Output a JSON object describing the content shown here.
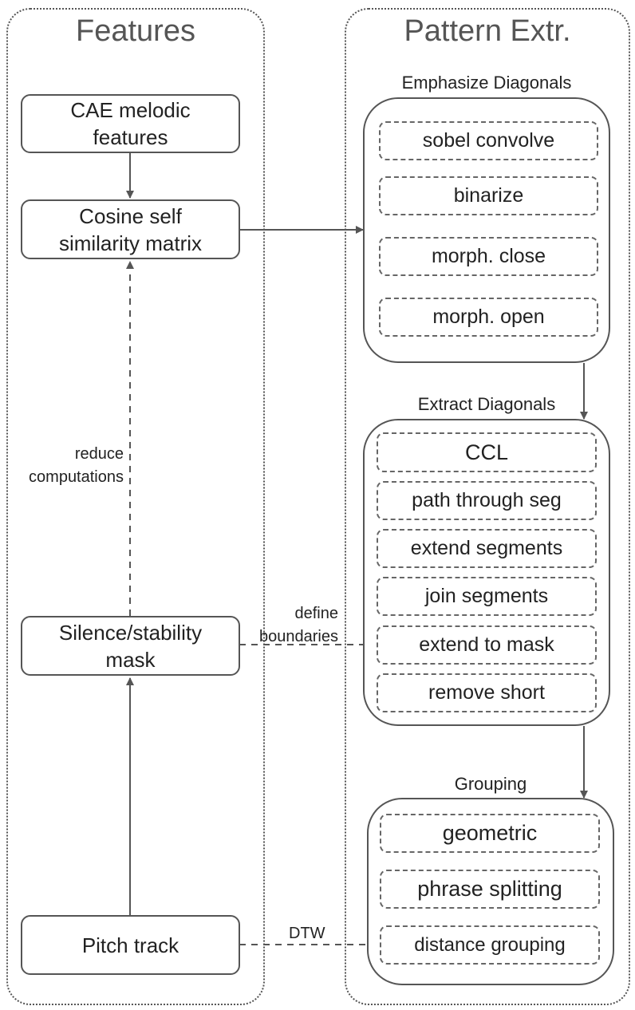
{
  "panels": {
    "features": {
      "title": "Features"
    },
    "pattern": {
      "title": "Pattern Extr."
    }
  },
  "nodes": {
    "cae": "CAE melodic\nfeatures",
    "cosine": "Cosine self\nsimilarity matrix",
    "silence": "Silence/stability\nmask",
    "pitch": "Pitch track"
  },
  "groups": {
    "emphasize": {
      "title": "Emphasize Diagonals",
      "steps": [
        "sobel convolve",
        "binarize",
        "morph. close",
        "morph. open"
      ]
    },
    "extract": {
      "title": "Extract Diagonals",
      "steps": [
        "CCL",
        "path through seg",
        "extend segments",
        "join segments",
        "extend to mask",
        "remove short"
      ]
    },
    "grouping": {
      "title": "Grouping",
      "steps": [
        "geometric",
        "phrase splitting",
        "distance grouping"
      ]
    }
  },
  "edge_labels": {
    "reduce": "reduce\ncomputations",
    "define": "define\nboundaries",
    "dtw": "DTW"
  },
  "colors": {
    "stroke": "#555555",
    "text": "#222222",
    "dashed": "#666666"
  }
}
